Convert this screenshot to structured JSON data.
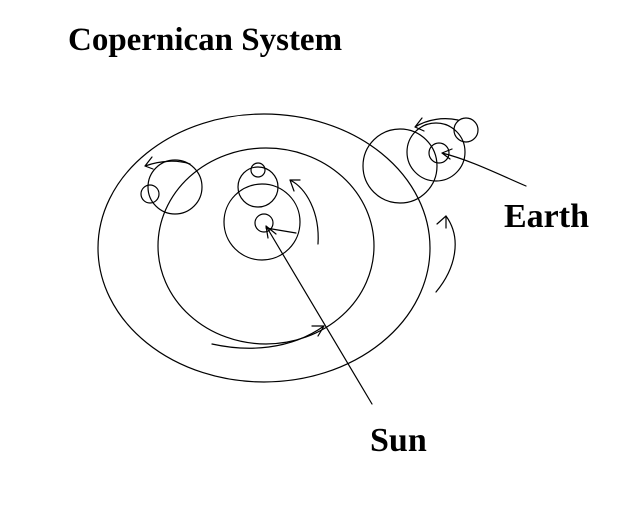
{
  "title": "Copernican System",
  "labels": {
    "earth": "Earth",
    "sun": "Sun"
  },
  "colors": {
    "ink": "#000000",
    "background": "#ffffff"
  }
}
